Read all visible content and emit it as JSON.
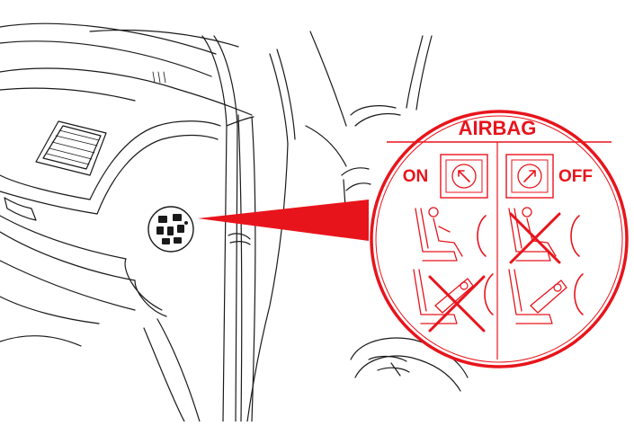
{
  "label": {
    "title": "AIRBAG",
    "state_on": "ON",
    "state_off": "OFF"
  },
  "colors": {
    "accent": "#e8141c",
    "line": "#1a1a1a",
    "background": "#ffffff"
  },
  "icons": {
    "on_indicator": "key-switch-arrow-up-left-icon",
    "off_indicator": "key-switch-arrow-up-right-icon",
    "adult_passenger": "seated-adult-passenger-icon",
    "child_seat_rear_facing": "rear-facing-child-seat-icon",
    "prohibited": "prohibited-cross-icon"
  }
}
